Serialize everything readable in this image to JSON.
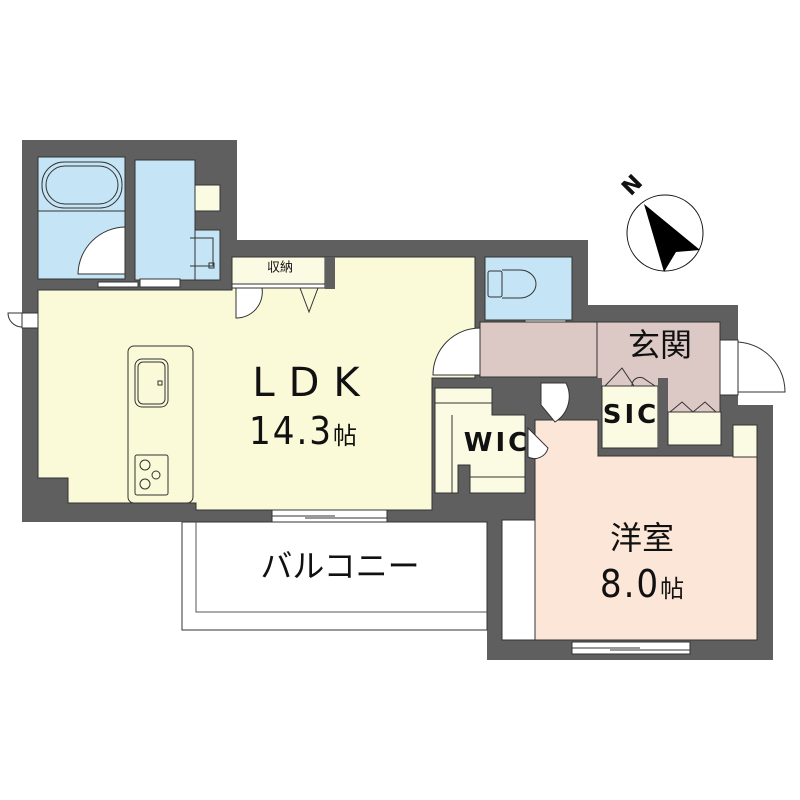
{
  "floorplan": {
    "colors": {
      "wall": "#5f5f5f",
      "ldk_floor": "#fafad9",
      "wet_area": "#c5e5f7",
      "entrance_floor": "#dcc9c6",
      "western_room_floor": "#fbe6d8",
      "storage_floor": "#fbfbe3",
      "balcony": "#ffffff"
    },
    "compass": {
      "label": "N",
      "direction": "north-west"
    },
    "rooms": {
      "ldk": {
        "name": "LDK",
        "size": "14.3",
        "unit": "帖"
      },
      "western_room": {
        "name": "洋室",
        "size": "8.0",
        "unit": "帖"
      },
      "entrance": {
        "name": "玄関"
      },
      "sic": {
        "name": "SIC"
      },
      "wic": {
        "name": "WIC"
      },
      "storage": {
        "name": "収納"
      },
      "balcony": {
        "name": "バルコニー"
      }
    }
  }
}
